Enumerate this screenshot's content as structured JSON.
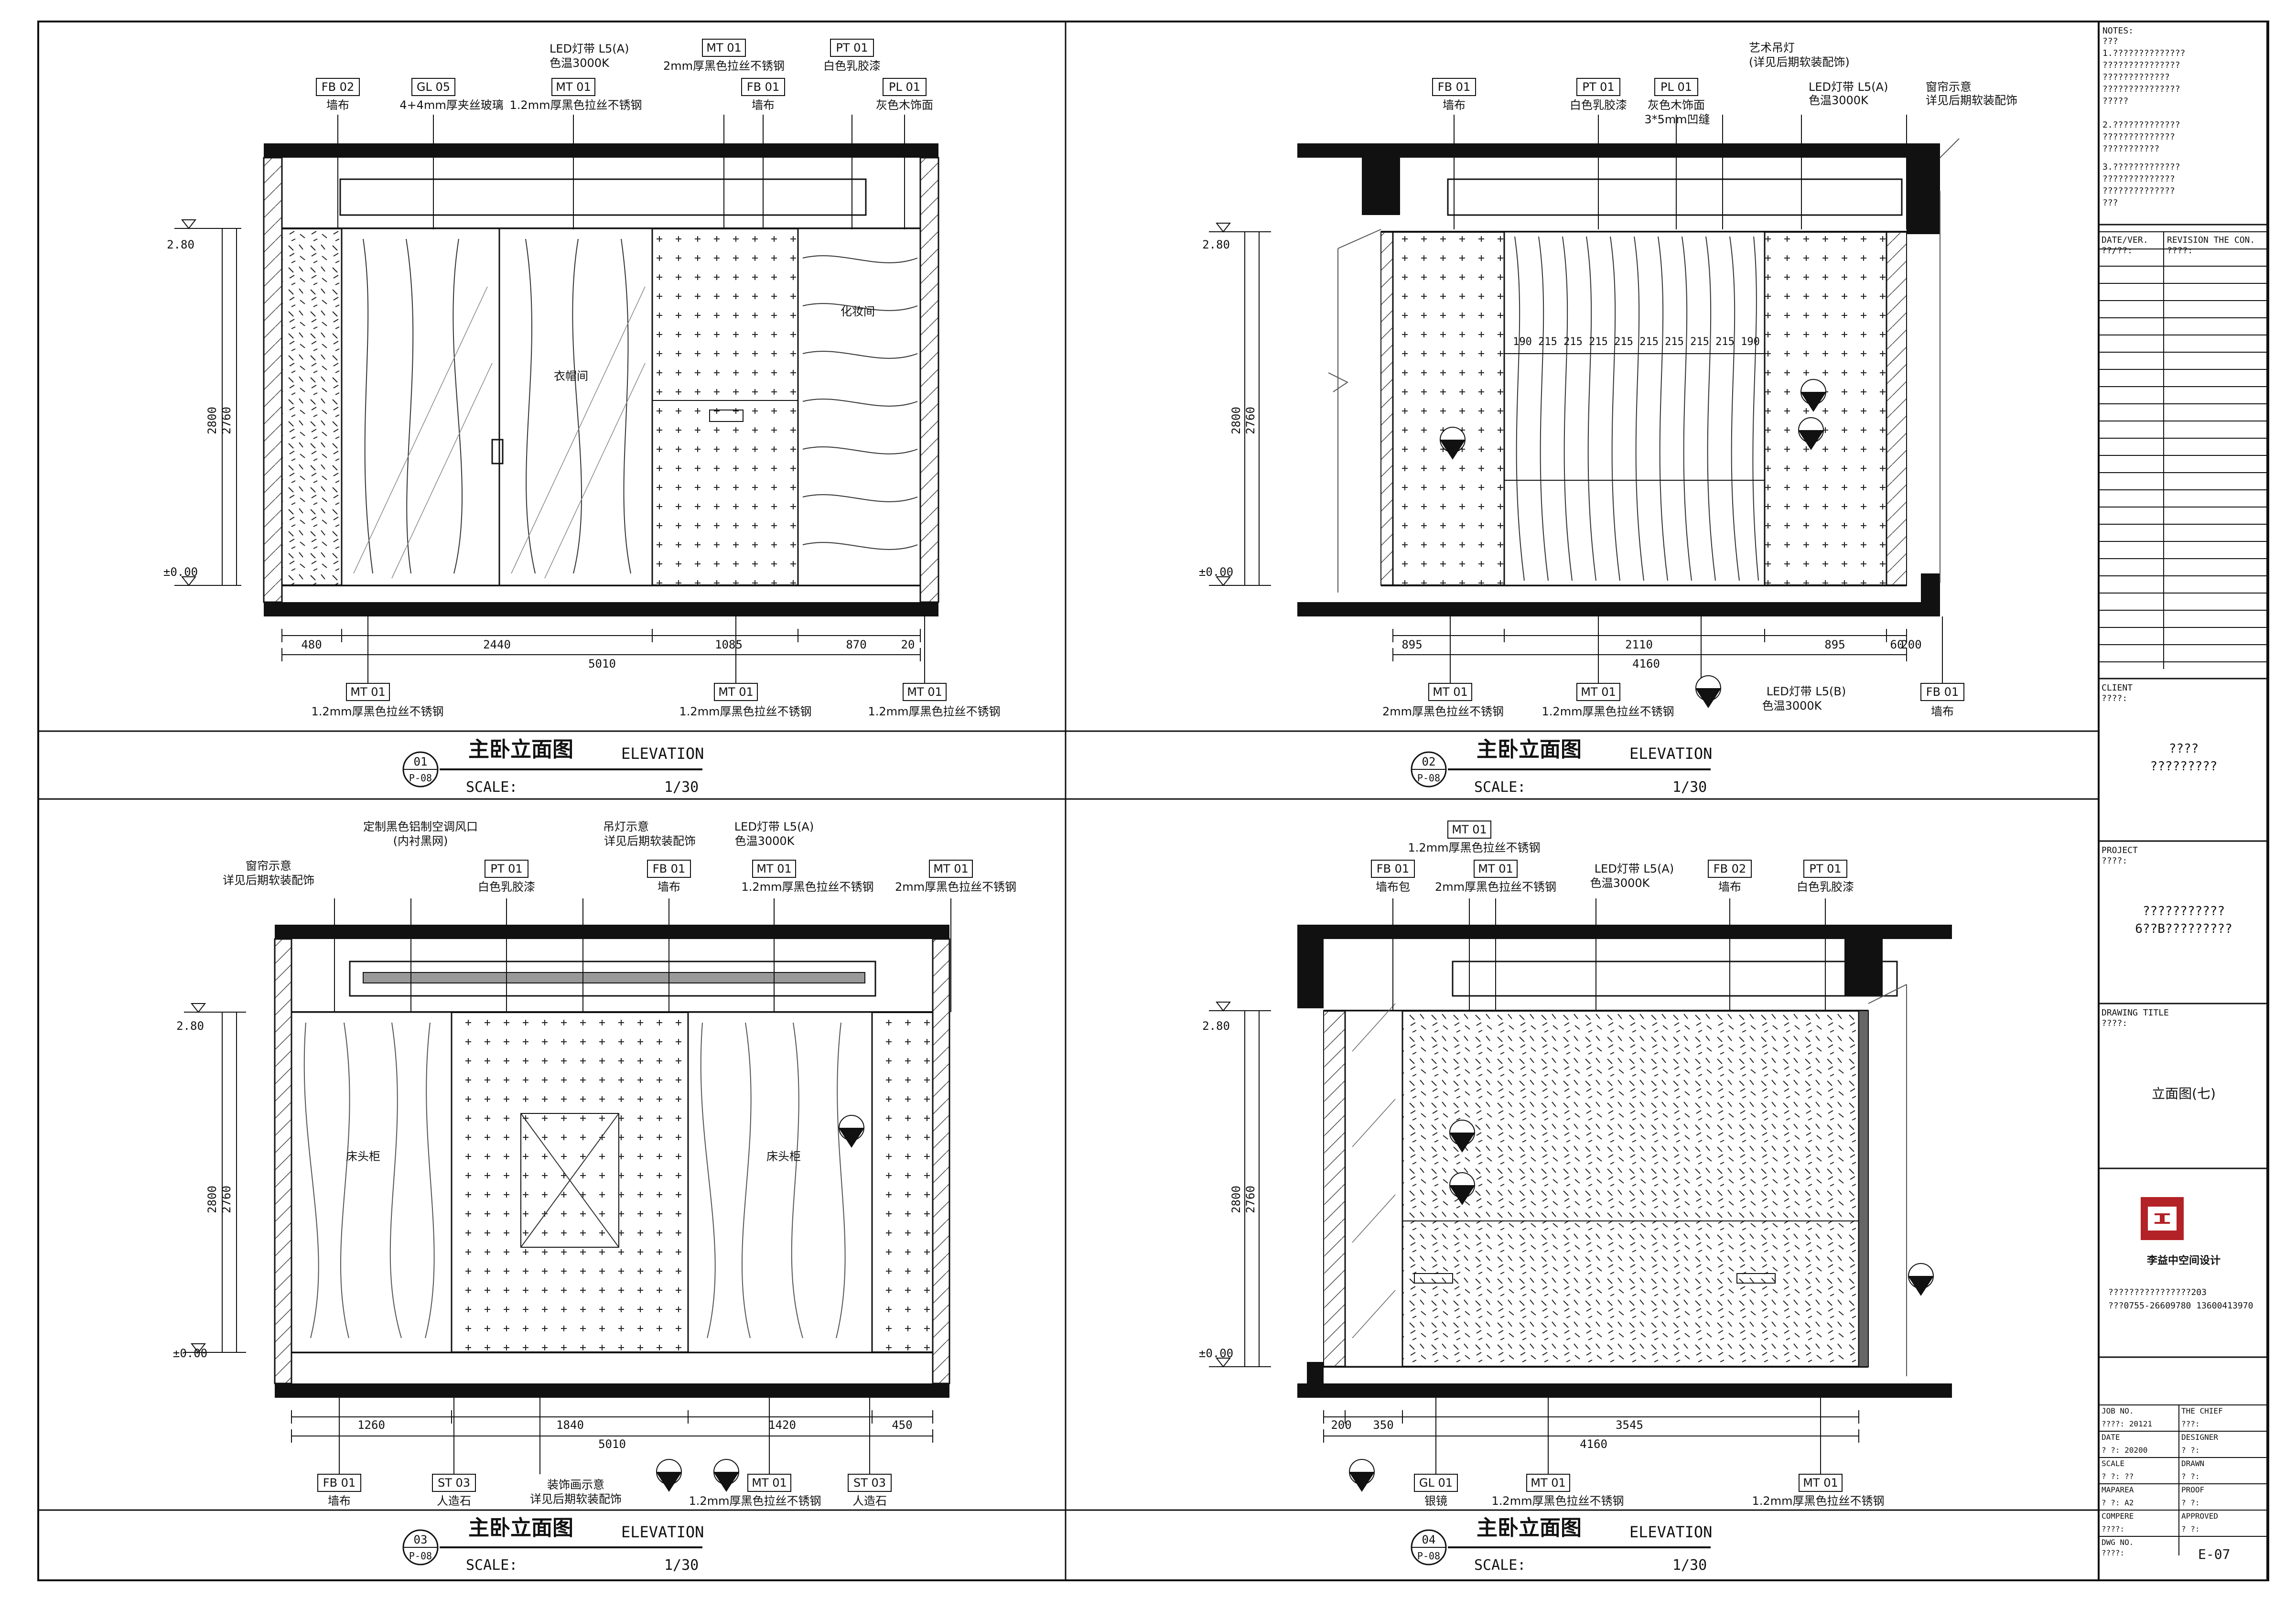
{
  "title_block": {
    "notes_heading": "NOTES:",
    "notes_lines": [
      "???",
      "1.??????????????",
      "???????????????",
      "?????????????",
      "???????????????",
      "?????",
      "2.?????????????",
      "??????????????",
      "???????????",
      "3.?????????????",
      "??????????????",
      "??????????????",
      "???"
    ],
    "revision_col1": "DATE/VER.",
    "revision_col1_value": "??/??:",
    "revision_col2": "REVISION THE CON.",
    "revision_col2_value": "????:",
    "client_label": "CLIENT",
    "client_label_cn": "????:",
    "client_value_1": "????",
    "client_value_2": "?????????",
    "project_label": "PROJECT",
    "project_label_cn": "????:",
    "project_value_1": "???????????",
    "project_value_2": "6??B?????????",
    "drawing_title_label": "DRAWING TITLE",
    "drawing_title_label_cn": "????:",
    "drawing_title_value": "立面图(七)",
    "company_name": "李益中空间设计",
    "company_addr": "????????????????203",
    "company_tel": "???0755-26609780 13600413970",
    "job_no_label": "JOB NO.",
    "job_no_value": "????:   20121",
    "chief_label": "THE CHIEF",
    "chief_value": "???:",
    "date_label": "DATE",
    "date_value": "?  ?:   20200",
    "designer_label": "DESIGNER",
    "designer_value": "? ?:",
    "scale_label": "SCALE",
    "scale_value": "?  ?:   ??",
    "drawn_label": "DRAWN",
    "drawn_value": "? ?:",
    "maparea_label": "MAPAREA",
    "maparea_value": "?  ?:   A2",
    "proof_label": "PROOF",
    "proof_value": "? ?:",
    "compere_label": "COMPERE",
    "compere_value": "????:",
    "approved_label": "APPROVED",
    "approved_value": "? ?:",
    "dwg_no_label": "DWG NO.",
    "dwg_no_value": "????:",
    "sheet_no": "E-07"
  },
  "panels": [
    {
      "number": "01",
      "ref": "P-08",
      "title": "主卧立面图",
      "subtitle": "ELEVATION",
      "scale_label": "SCALE:",
      "scale": "1/30",
      "labels": [
        {
          "code": "FB 02",
          "text": "墙布"
        },
        {
          "code": "GL 05",
          "text": "4+4mm厚夹丝玻璃"
        },
        {
          "code": "MT 01",
          "text": "1.2mm厚黑色拉丝不锈钢"
        },
        {
          "code": "MT 01",
          "text": "2mm厚黑色拉丝不锈钢"
        },
        {
          "code": "FB 01",
          "text": "墙布"
        },
        {
          "code": "PT 01",
          "text": "白色乳胶漆"
        },
        {
          "code": "PL 01",
          "text": "灰色木饰面"
        }
      ],
      "led": "LED灯带 L5(A)",
      "led2": "色温3000K",
      "room_labels": [
        "衣帽间",
        "化妆间"
      ],
      "dims": [
        "480",
        "2440",
        "1085",
        "870",
        "20",
        "5010"
      ],
      "heights": [
        "2800",
        "2760"
      ],
      "levels": [
        "2.80",
        "±0.00"
      ],
      "bottom_labels": [
        {
          "code": "MT 01",
          "text": "1.2mm厚黑色拉丝不锈钢"
        },
        {
          "code": "MT 01",
          "text": "1.2mm厚黑色拉丝不锈钢"
        },
        {
          "code": "MT 01",
          "text": "1.2mm厚黑色拉丝不锈钢"
        }
      ]
    },
    {
      "number": "02",
      "ref": "P-08",
      "title": "主卧立面图",
      "subtitle": "ELEVATION",
      "scale_label": "SCALE:",
      "scale": "1/30",
      "labels": [
        {
          "code": "FB 01",
          "text": "墙布"
        },
        {
          "code": "PT 01",
          "text": "白色乳胶漆"
        },
        {
          "code": "PL 01",
          "text": "灰色木饰面"
        },
        {
          "code": "",
          "text": "3*5mm凹缝"
        }
      ],
      "art_lamp": "艺术吊灯",
      "art_lamp2": "(详见后期软装配饰)",
      "led": "LED灯带 L5(A)",
      "led2": "色温3000K",
      "curtain": "窗帘示意",
      "curtain2": "详见后期软装配饰",
      "dims": [
        "895",
        "2110",
        "895",
        "60",
        "200",
        "4160"
      ],
      "slats": [
        "190",
        "215",
        "215",
        "215",
        "215",
        "215",
        "215",
        "215",
        "215",
        "190"
      ],
      "heights": [
        "2800",
        "2760"
      ],
      "levels": [
        "2.80",
        "±0.00"
      ],
      "bottom_labels": [
        {
          "code": "MT 01",
          "text": "2mm厚黑色拉丝不锈钢"
        },
        {
          "code": "MT 01",
          "text": "1.2mm厚黑色拉丝不锈钢"
        },
        {
          "code": "",
          "text": "LED灯带 L5(B)"
        },
        {
          "code": "FB 01",
          "text": "墙布"
        }
      ],
      "led_b2": "色温3000K"
    },
    {
      "number": "03",
      "ref": "P-08",
      "title": "主卧立面图",
      "subtitle": "ELEVATION",
      "scale_label": "SCALE:",
      "scale": "1/30",
      "labels": [
        {
          "code": "",
          "text": "窗帘示意"
        },
        {
          "code": "",
          "text": "定制黑色铝制空调风口"
        },
        {
          "code": "PT 01",
          "text": "白色乳胶漆"
        },
        {
          "code": "",
          "text": "吊灯示意"
        },
        {
          "code": "FB 01",
          "text": "墙布"
        },
        {
          "code": "MT 01",
          "text": "1.2mm厚黑色拉丝不锈钢"
        },
        {
          "code": "MT 01",
          "text": "2mm厚黑色拉丝不锈钢"
        }
      ],
      "curtain2": "详见后期软装配饰",
      "vent2": "(内衬黑网)",
      "lamp2": "详见后期软装配饰",
      "led": "LED灯带 L5(A)",
      "led2": "色温3000K",
      "room_labels": [
        "床头柜",
        "床头柜"
      ],
      "dims": [
        "1260",
        "1840",
        "1420",
        "450",
        "5010"
      ],
      "heights": [
        "2800",
        "2760"
      ],
      "levels": [
        "2.80",
        "±0.00"
      ],
      "bottom_labels": [
        {
          "code": "FB 01",
          "text": "墙布"
        },
        {
          "code": "ST 03",
          "text": "人造石"
        },
        {
          "code": "",
          "text": "装饰画示意"
        },
        {
          "code": "MT 01",
          "text": "1.2mm厚黑色拉丝不锈钢"
        },
        {
          "code": "ST 03",
          "text": "人造石"
        }
      ],
      "painting2": "详见后期软装配饰"
    },
    {
      "number": "04",
      "ref": "P-08",
      "title": "主卧立面图",
      "subtitle": "ELEVATION",
      "scale_label": "SCALE:",
      "scale": "1/30",
      "labels": [
        {
          "code": "FB 01",
          "text": "墙布包"
        },
        {
          "code": "MT 01",
          "text": "1.2mm厚黑色拉丝不锈钢"
        },
        {
          "code": "MT 01",
          "text": "2mm厚黑色拉丝不锈钢"
        },
        {
          "code": "FB 02",
          "text": "墙布"
        },
        {
          "code": "PT 01",
          "text": "白色乳胶漆"
        }
      ],
      "led": "LED灯带 L5(A)",
      "led2": "色温3000K",
      "dims": [
        "200",
        "350",
        "3545",
        "4160"
      ],
      "heights": [
        "2800",
        "2760"
      ],
      "levels": [
        "2.80",
        "±0.00"
      ],
      "bottom_labels": [
        {
          "code": "GL 01",
          "text": "银镜"
        },
        {
          "code": "MT 01",
          "text": "1.2mm厚黑色拉丝不锈钢"
        },
        {
          "code": "MT 01",
          "text": "1.2mm厚黑色拉丝不锈钢"
        }
      ]
    }
  ]
}
